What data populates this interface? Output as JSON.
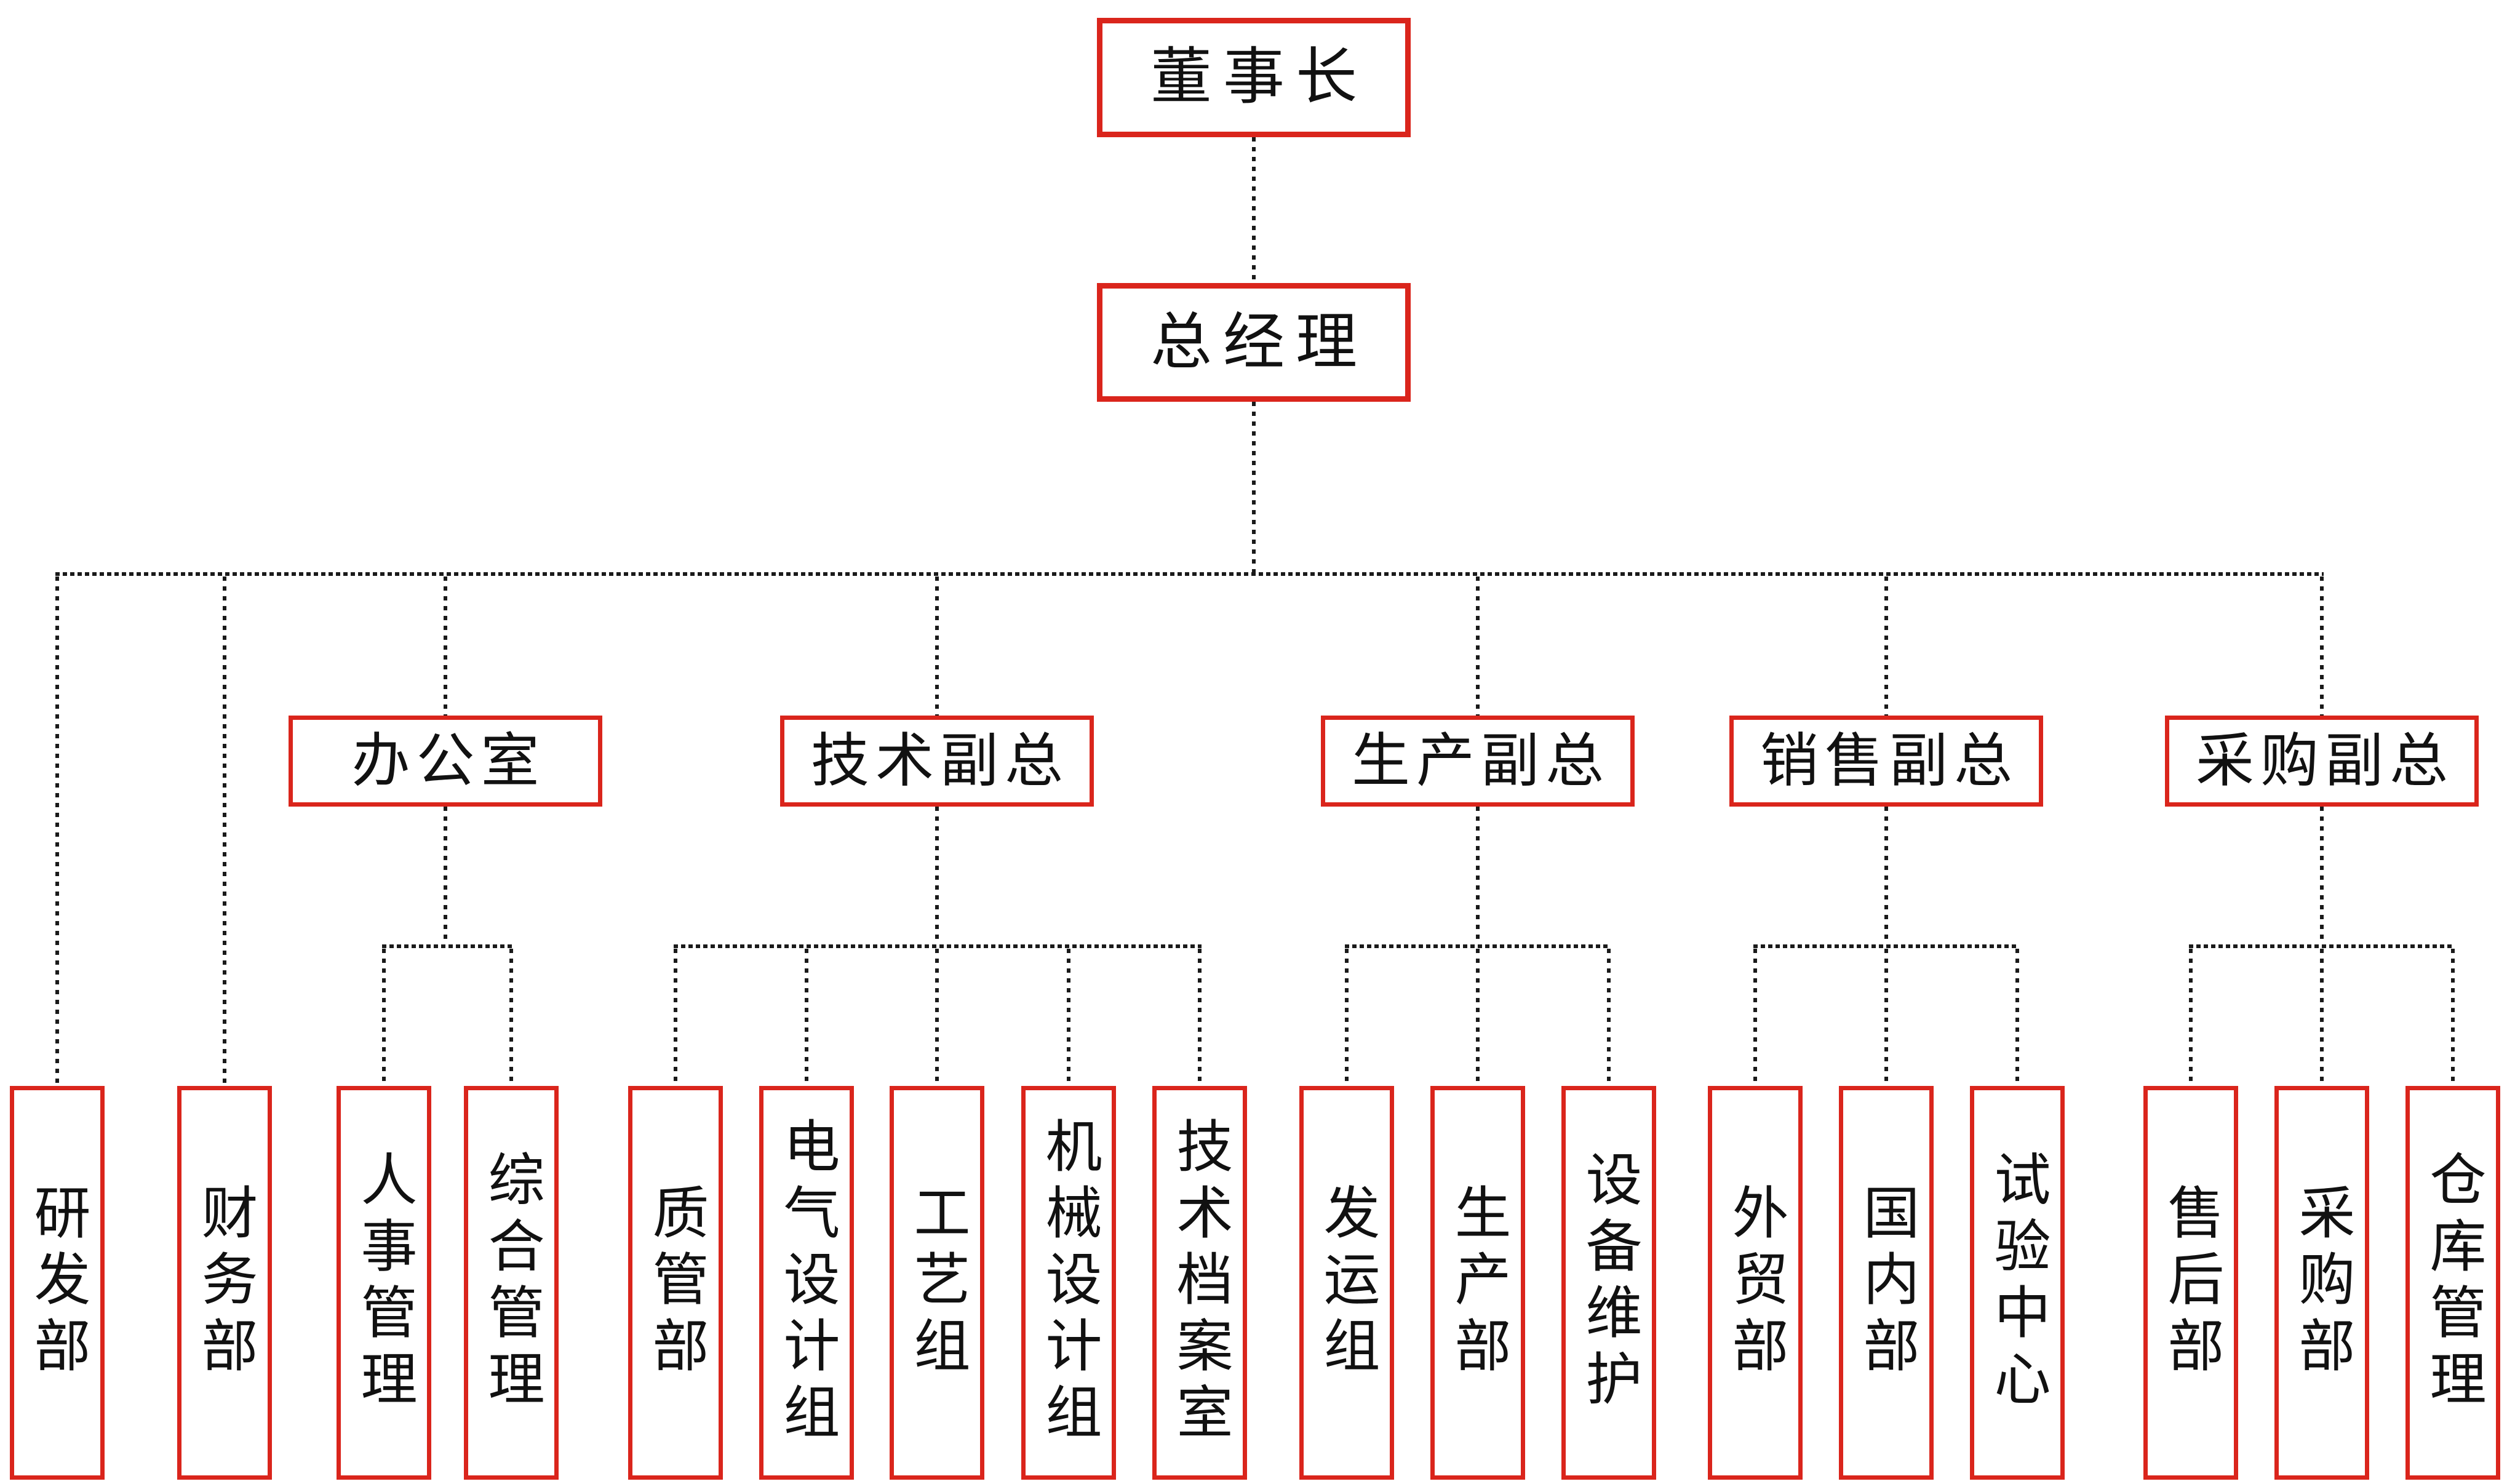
{
  "diagram": {
    "type": "org-chart",
    "colors": {
      "box_border": "#da251c",
      "connector_line": "#1a1a1a",
      "text": "#111111",
      "background": "#ffffff"
    },
    "chairman": {
      "label": "董事长"
    },
    "general_manager": {
      "label": "总经理"
    },
    "trunk_departments": [
      {
        "label": "研发部"
      },
      {
        "label": "财务部"
      }
    ],
    "divisions": [
      {
        "label": "办公室",
        "children": [
          {
            "label": "人事管理"
          },
          {
            "label": "综合管理"
          }
        ]
      },
      {
        "label": "技术副总",
        "children": [
          {
            "label": "质管部"
          },
          {
            "label": "电气设计组"
          },
          {
            "label": "工艺组"
          },
          {
            "label": "机械设计组"
          },
          {
            "label": "技术档案室"
          }
        ]
      },
      {
        "label": "生产副总",
        "children": [
          {
            "label": "发运组"
          },
          {
            "label": "生产部"
          },
          {
            "label": "设备维护"
          }
        ]
      },
      {
        "label": "销售副总",
        "children": [
          {
            "label": "外贸部"
          },
          {
            "label": "国内部"
          },
          {
            "label": "试验中心"
          }
        ]
      },
      {
        "label": "采购副总",
        "children": [
          {
            "label": "售后部"
          },
          {
            "label": "采购部"
          },
          {
            "label": "仓库管理"
          }
        ]
      }
    ]
  }
}
